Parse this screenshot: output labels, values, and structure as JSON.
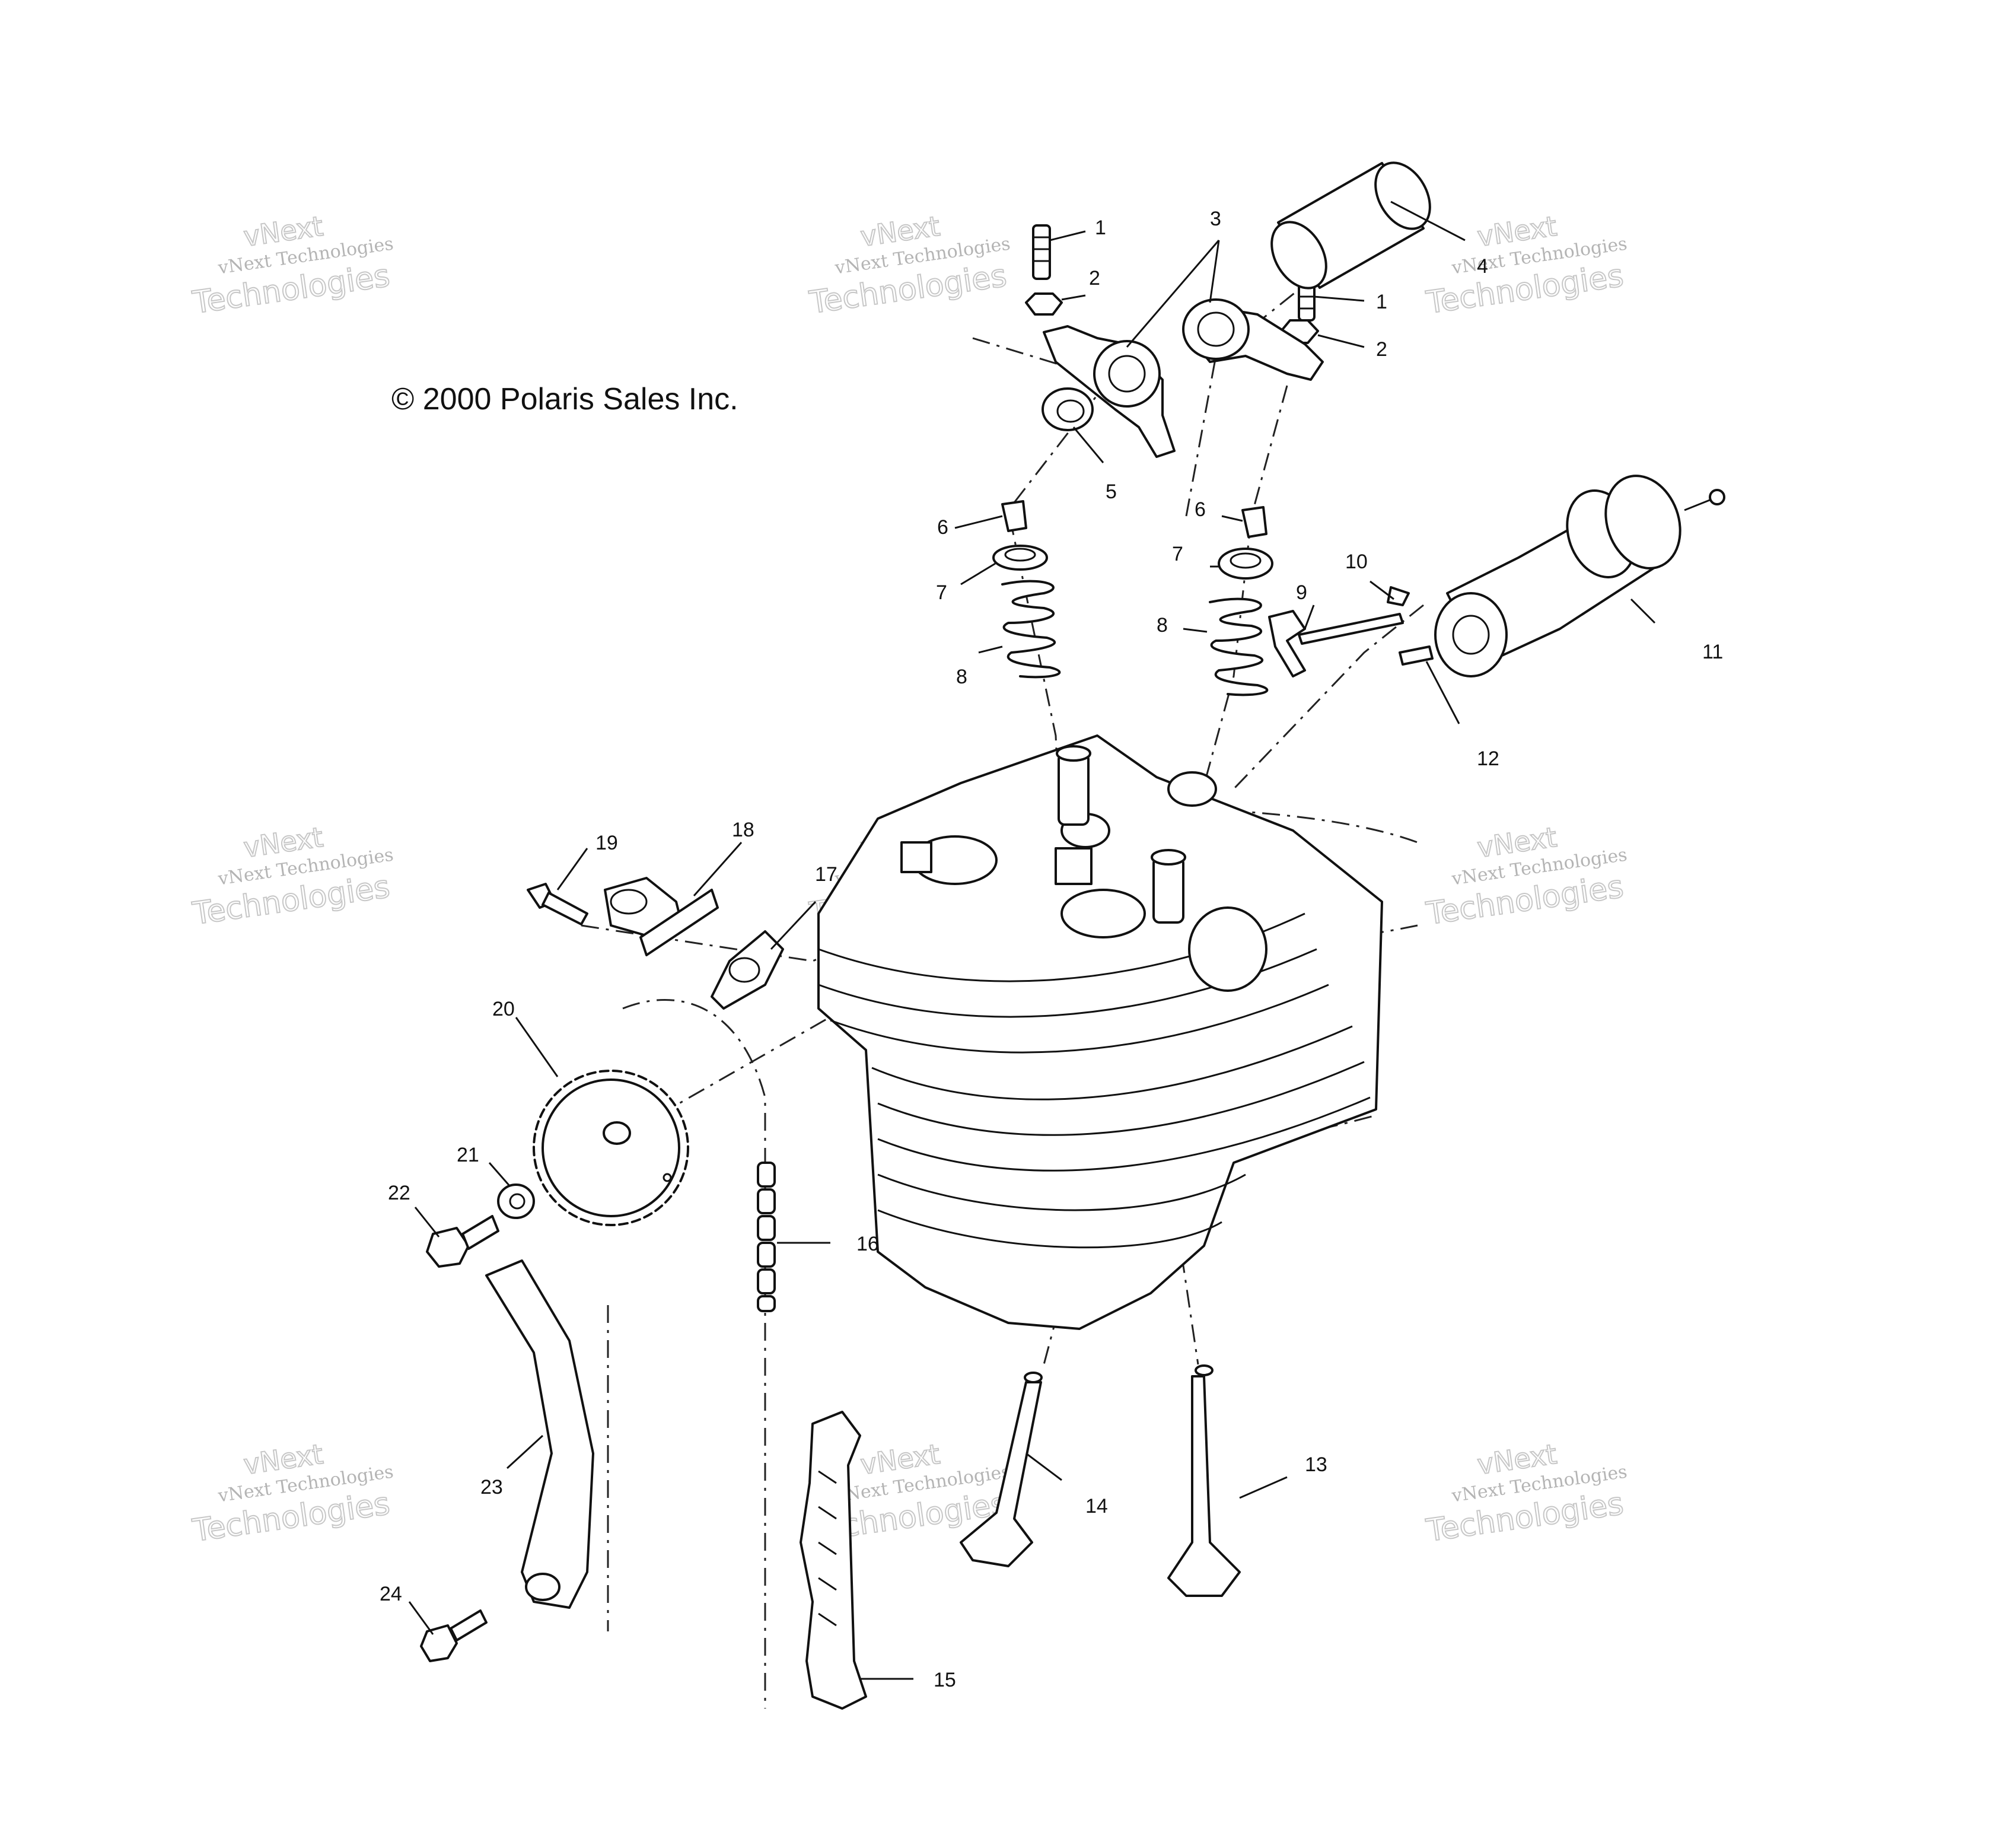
{
  "copyright": "© 2000 Polaris Sales Inc.",
  "watermark": {
    "small": "vNext Technologies",
    "large": "Technologies",
    "brand": "vNext"
  },
  "callouts": [
    {
      "id": "c1a",
      "text": "1"
    },
    {
      "id": "c1b",
      "text": "1"
    },
    {
      "id": "c2a",
      "text": "2"
    },
    {
      "id": "c2b",
      "text": "2"
    },
    {
      "id": "c3",
      "text": "3"
    },
    {
      "id": "c4",
      "text": "4"
    },
    {
      "id": "c5",
      "text": "5"
    },
    {
      "id": "c6a",
      "text": "6"
    },
    {
      "id": "c6b",
      "text": "6"
    },
    {
      "id": "c7a",
      "text": "7"
    },
    {
      "id": "c7b",
      "text": "7"
    },
    {
      "id": "c8a",
      "text": "8"
    },
    {
      "id": "c8b",
      "text": "8"
    },
    {
      "id": "c9",
      "text": "9"
    },
    {
      "id": "c10",
      "text": "10"
    },
    {
      "id": "c11",
      "text": "11"
    },
    {
      "id": "c12",
      "text": "12"
    },
    {
      "id": "c13",
      "text": "13"
    },
    {
      "id": "c14",
      "text": "14"
    },
    {
      "id": "c15",
      "text": "15"
    },
    {
      "id": "c16",
      "text": "16"
    },
    {
      "id": "c17",
      "text": "17"
    },
    {
      "id": "c18",
      "text": "18"
    },
    {
      "id": "c19",
      "text": "19"
    },
    {
      "id": "c20",
      "text": "20"
    },
    {
      "id": "c21",
      "text": "21"
    },
    {
      "id": "c22",
      "text": "22"
    },
    {
      "id": "c23",
      "text": "23"
    },
    {
      "id": "c24",
      "text": "24"
    }
  ]
}
